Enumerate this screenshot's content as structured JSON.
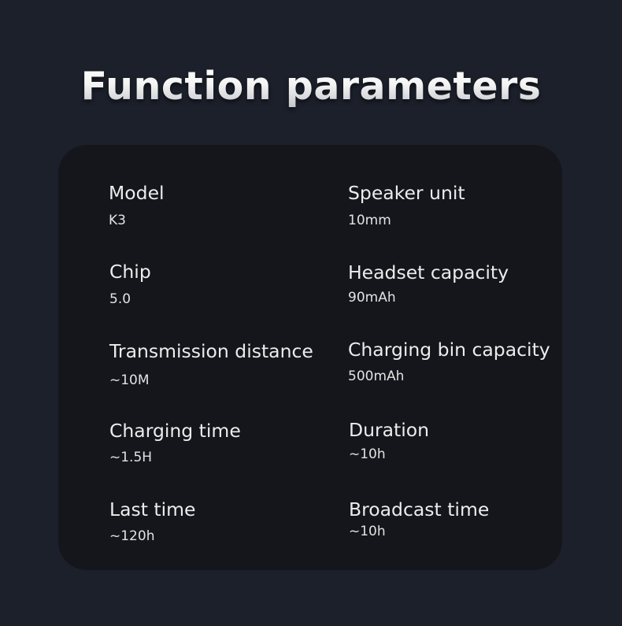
{
  "page": {
    "title": "Function parameters"
  },
  "colors": {
    "background": "#1c202b",
    "card": "#14161c",
    "text": "#ececec"
  },
  "params": [
    {
      "label": "Model",
      "value": "K3"
    },
    {
      "label": "Speaker unit",
      "value": "10mm"
    },
    {
      "label": "Chip",
      "value": "5.0"
    },
    {
      "label": "Headset capacity",
      "value": "90mAh"
    },
    {
      "label": "Transmission distance",
      "value": "~10M"
    },
    {
      "label": "Charging bin capacity",
      "value": "500mAh"
    },
    {
      "label": "Charging time",
      "value": "~1.5H"
    },
    {
      "label": "Duration",
      "value": "~10h"
    },
    {
      "label": "Last time",
      "value": "~120h"
    },
    {
      "label": "Broadcast time",
      "value": "~10h"
    }
  ]
}
